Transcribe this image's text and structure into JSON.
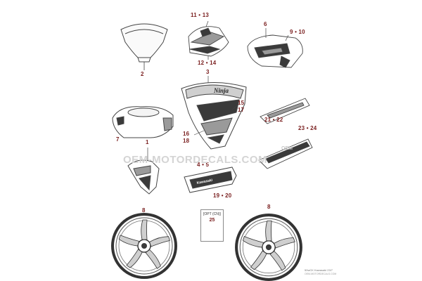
{
  "callouts": {
    "c_2": "2",
    "c_11_13": "11 • 13",
    "c_12_14": "12 • 14",
    "c_6": "6",
    "c_9_10": "9 • 10",
    "c_3": "3",
    "c_15": "15",
    "c_17": "17",
    "c_16": "16",
    "c_18": "18",
    "c_7": "7",
    "c_21_22": "21 • 22",
    "c_23_24": "23 • 24",
    "c_1": "1",
    "c_4_5": "4 • 5",
    "c_19_20": "19 • 20",
    "c_8_left": "8",
    "c_8_right": "8",
    "c_25": "25"
  },
  "option_box": {
    "label": "[OPT (CN)]"
  },
  "watermark": {
    "text": "OEM-MOTORDECALS.COM",
    "secondary": "OEM"
  },
  "corner_note": {
    "line1": "50wCK Kawasaki 23/7",
    "line2": "OEM-MOTORDECALS.COM"
  },
  "colors": {
    "callout": "#7a1f1f",
    "line": "#444444",
    "fill_dark": "#3a3a3a",
    "fill_mid": "#9a9a9a",
    "fill_light": "#e6e6e6"
  }
}
